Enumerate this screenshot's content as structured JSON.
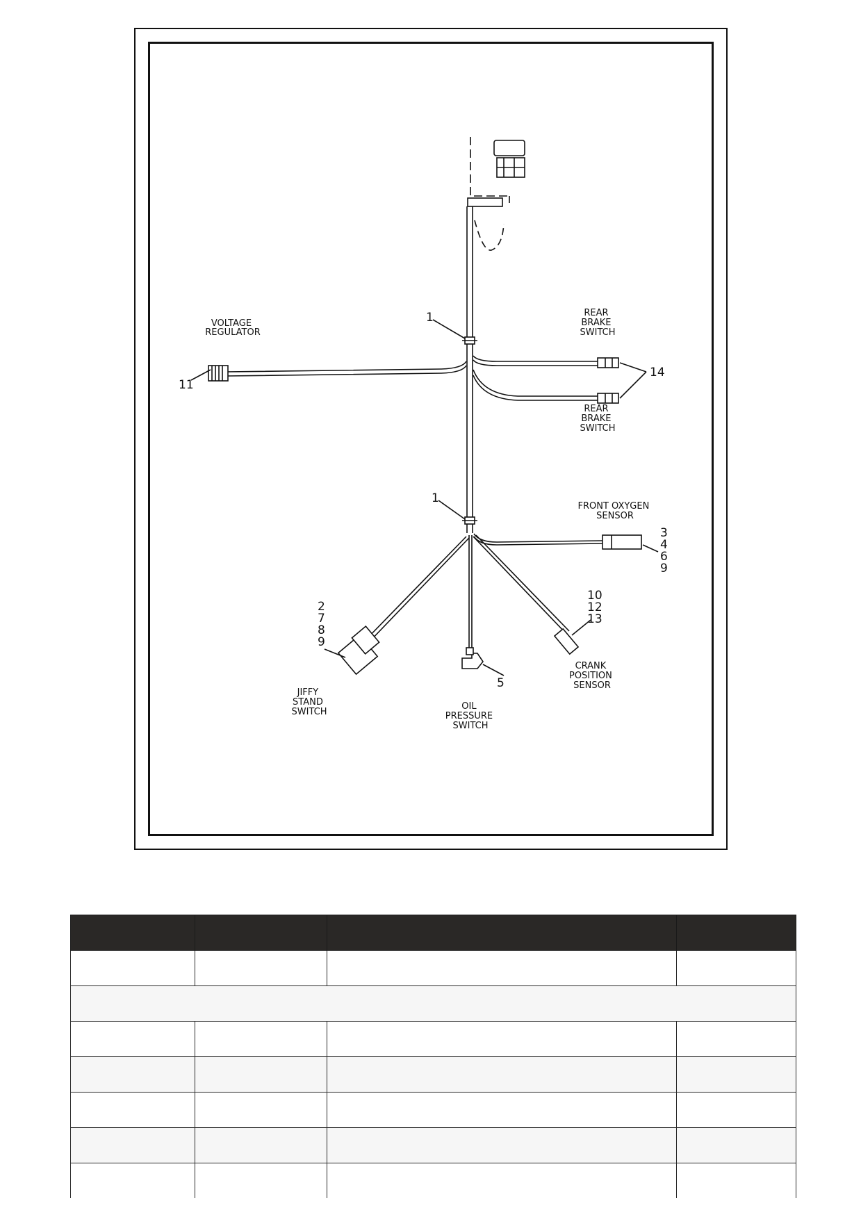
{
  "diagram": {
    "labels": {
      "voltage_regulator": [
        "VOLTAGE",
        "REGULATOR"
      ],
      "rear_brake_switch_top": [
        "REAR",
        "BRAKE",
        "SWITCH"
      ],
      "rear_brake_switch_bottom": [
        "REAR",
        "BRAKE",
        "SWITCH"
      ],
      "front_oxygen_sensor": [
        "FRONT OXYGEN",
        "SENSOR"
      ],
      "crank_position_sensor": [
        "CRANK",
        "POSITION",
        "SENSOR"
      ],
      "oil_pressure_switch": [
        "OIL",
        "PRESSURE",
        "SWITCH"
      ],
      "jiffy_stand_switch": [
        "JIFFY",
        "STAND",
        "SWITCH"
      ]
    },
    "callouts": {
      "clip_upper": "1",
      "clip_lower": "1",
      "voltage_regulator": "11",
      "rear_brake_switch": "14",
      "front_oxygen_sensor": [
        "3",
        "4",
        "6",
        "9"
      ],
      "crank_position_sensor": [
        "10",
        "12",
        "13"
      ],
      "oil_pressure_switch": "5",
      "jiffy_stand_switch": [
        "2",
        "7",
        "8",
        "9"
      ]
    }
  },
  "table": {
    "headers": [
      "",
      "",
      "",
      ""
    ],
    "rows": [
      {
        "type": "row",
        "cells": [
          "",
          "",
          "",
          ""
        ]
      },
      {
        "type": "section",
        "cells": [
          ""
        ]
      },
      {
        "type": "row",
        "cells": [
          "",
          "",
          "",
          ""
        ]
      },
      {
        "type": "row",
        "cells": [
          "",
          "",
          "",
          ""
        ]
      },
      {
        "type": "row",
        "cells": [
          "",
          "",
          "",
          ""
        ]
      },
      {
        "type": "row",
        "cells": [
          "",
          "",
          "",
          ""
        ]
      },
      {
        "type": "row",
        "cells": [
          "",
          "",
          "",
          ""
        ]
      }
    ]
  }
}
